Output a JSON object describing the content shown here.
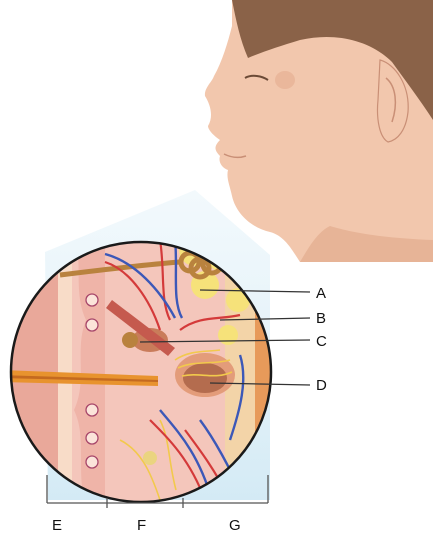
{
  "labels": {
    "a": "A",
    "b": "B",
    "c": "C",
    "d": "D",
    "e": "E",
    "f": "F",
    "g": "G"
  },
  "colors": {
    "skin": "#f2c7ad",
    "skin_shadow": "#e3a98d",
    "hair": "#8a6248",
    "background_blue": "#d7ecf6",
    "dermis_pink": "#f4c6bb",
    "fat_yellow": "#f6e27a",
    "artery_red": "#d43a3a",
    "vein_blue": "#3c58b8",
    "nerve_yellow": "#f2c94c",
    "gland_brown": "#b9823e",
    "hair_shaft": "#e8932e",
    "leader_line": "#333333"
  }
}
